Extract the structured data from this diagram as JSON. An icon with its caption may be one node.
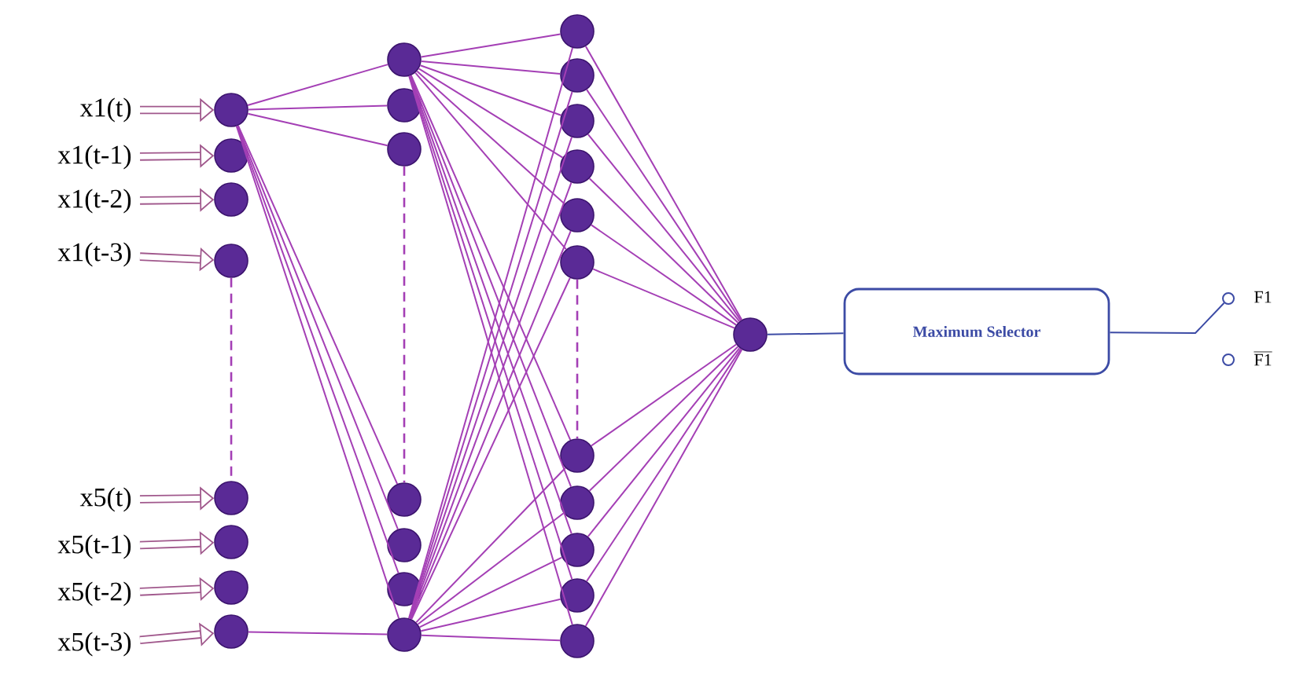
{
  "diagram": {
    "nodes": [
      {
        "text": [
          "x1(t)"
        ]
      },
      {
        "text": [
          "x1(t-1)"
        ]
      },
      {
        "text": [
          "x1(t-2)"
        ]
      },
      {
        "text": [
          "x1(t-3)"
        ]
      },
      {
        "text": [
          "x5(t)"
        ]
      },
      {
        "text": [
          "x5(t-1)"
        ]
      },
      {
        "text": [
          "x5(t-2)"
        ]
      },
      {
        "text": [
          "x5(t-3)"
        ]
      },
      {
        "text": [],
        "shape": "circle"
      },
      {
        "text": [],
        "shape": "circle"
      },
      {
        "text": [],
        "shape": "circle"
      },
      {
        "text": [],
        "shape": "circle"
      },
      {
        "text": [],
        "shape": "circle"
      },
      {
        "text": [],
        "shape": "circle"
      },
      {
        "text": [],
        "shape": "circle"
      },
      {
        "text": [],
        "shape": "circle"
      },
      {
        "text": [],
        "shape": "circle"
      },
      {
        "text": [],
        "shape": "circle"
      },
      {
        "text": [],
        "shape": "circle"
      },
      {
        "text": [],
        "shape": "circle"
      },
      {
        "text": [],
        "shape": "circle"
      },
      {
        "text": [],
        "shape": "circle"
      },
      {
        "text": [],
        "shape": "circle"
      },
      {
        "text": [],
        "shape": "circle"
      },
      {
        "text": [],
        "shape": "circle"
      },
      {
        "text": [],
        "shape": "circle"
      },
      {
        "text": [],
        "shape": "circle"
      },
      {
        "text": [],
        "shape": "circle"
      },
      {
        "text": [],
        "shape": "circle"
      },
      {
        "text": [],
        "shape": "circle"
      },
      {
        "text": [],
        "shape": "circle"
      },
      {
        "text": [],
        "shape": "circle"
      },
      {
        "text": [],
        "shape": "circle"
      },
      {
        "text": [],
        "shape": "circle"
      },
      {
        "text": [],
        "shape": "circle"
      },
      {
        "text": [
          "Maximum Selector"
        ]
      },
      {
        "text": [],
        "shape": "circle"
      },
      {
        "text": [],
        "shape": "circle"
      }
    ],
    "edges": [
      {
        "from": 0,
        "to": 8,
        "arrow": "to",
        "style": "thick",
        "color": "#a0588c"
      },
      {
        "from": 1,
        "to": 9,
        "arrow": "to",
        "style": "thick",
        "color": "#a0588c"
      },
      {
        "from": 2,
        "to": 10,
        "arrow": "to",
        "style": "thick",
        "color": "#a0588c"
      },
      {
        "from": 3,
        "to": 11,
        "arrow": "to",
        "style": "thick",
        "color": "#a0588c"
      },
      {
        "from": 4,
        "to": 12,
        "arrow": "to",
        "style": "thick",
        "color": "#a0588c"
      },
      {
        "from": 5,
        "to": 13,
        "arrow": "to",
        "style": "thick",
        "color": "#a0588c"
      },
      {
        "from": 6,
        "to": 14,
        "arrow": "to",
        "style": "thick",
        "color": "#a0588c"
      },
      {
        "from": 7,
        "to": 15,
        "arrow": "to",
        "style": "thick",
        "color": "#a0588c"
      },
      {
        "from": 8,
        "to": 16,
        "arrow": "none"
      },
      {
        "from": 8,
        "to": 17,
        "arrow": "none"
      },
      {
        "from": 8,
        "to": 18,
        "arrow": "none"
      },
      {
        "from": 8,
        "to": 19,
        "arrow": "none"
      },
      {
        "from": 8,
        "to": 20,
        "arrow": "none"
      },
      {
        "from": 8,
        "to": 21,
        "arrow": "none"
      },
      {
        "from": 8,
        "to": 22,
        "arrow": "none"
      },
      {
        "from": 15,
        "to": 22,
        "arrow": "none"
      },
      {
        "from": 16,
        "to": 23,
        "arrow": "none"
      },
      {
        "from": 16,
        "to": 24,
        "arrow": "none"
      },
      {
        "from": 16,
        "to": 25,
        "arrow": "none"
      },
      {
        "from": 16,
        "to": 26,
        "arrow": "none"
      },
      {
        "from": 16,
        "to": 27,
        "arrow": "none"
      },
      {
        "from": 16,
        "to": 28,
        "arrow": "none"
      },
      {
        "from": 16,
        "to": 29,
        "arrow": "none"
      },
      {
        "from": 16,
        "to": 30,
        "arrow": "none"
      },
      {
        "from": 16,
        "to": 31,
        "arrow": "none"
      },
      {
        "from": 16,
        "to": 32,
        "arrow": "none"
      },
      {
        "from": 16,
        "to": 33,
        "arrow": "none"
      },
      {
        "from": 22,
        "to": 23,
        "arrow": "none"
      },
      {
        "from": 22,
        "to": 24,
        "arrow": "none"
      },
      {
        "from": 22,
        "to": 25,
        "arrow": "none"
      },
      {
        "from": 22,
        "to": 26,
        "arrow": "none"
      },
      {
        "from": 22,
        "to": 27,
        "arrow": "none"
      },
      {
        "from": 22,
        "to": 28,
        "arrow": "none"
      },
      {
        "from": 22,
        "to": 29,
        "arrow": "none"
      },
      {
        "from": 22,
        "to": 30,
        "arrow": "none"
      },
      {
        "from": 22,
        "to": 31,
        "arrow": "none"
      },
      {
        "from": 22,
        "to": 32,
        "arrow": "none"
      },
      {
        "from": 22,
        "to": 33,
        "arrow": "none"
      },
      {
        "from": 23,
        "to": 34,
        "arrow": "none"
      },
      {
        "from": 24,
        "to": 34,
        "arrow": "none"
      },
      {
        "from": 25,
        "to": 34,
        "arrow": "none"
      },
      {
        "from": 26,
        "to": 34,
        "arrow": "none"
      },
      {
        "from": 27,
        "to": 34,
        "arrow": "none"
      },
      {
        "from": 28,
        "to": 34,
        "arrow": "none"
      },
      {
        "from": 29,
        "to": 34,
        "arrow": "none"
      },
      {
        "from": 30,
        "to": 34,
        "arrow": "none"
      },
      {
        "from": 31,
        "to": 34,
        "arrow": "none"
      },
      {
        "from": 32,
        "to": 34,
        "arrow": "none"
      },
      {
        "from": 33,
        "to": 34,
        "arrow": "none"
      },
      {
        "from": 11,
        "to": 12,
        "arrow": "none",
        "style": "dashed"
      },
      {
        "from": 18,
        "to": 19,
        "arrow": "none",
        "style": "dashed"
      },
      {
        "from": 28,
        "to": 29,
        "arrow": "none",
        "style": "dashed"
      },
      {
        "from": 34,
        "to": 35,
        "arrow": "none",
        "color": "#3c4ba5"
      },
      {
        "from": 35,
        "to": 36,
        "arrow": "none",
        "color": "#3c4ba5"
      }
    ],
    "labels": [
      "F1",
      "\\overline{\\mathrm{F1}}"
    ]
  }
}
